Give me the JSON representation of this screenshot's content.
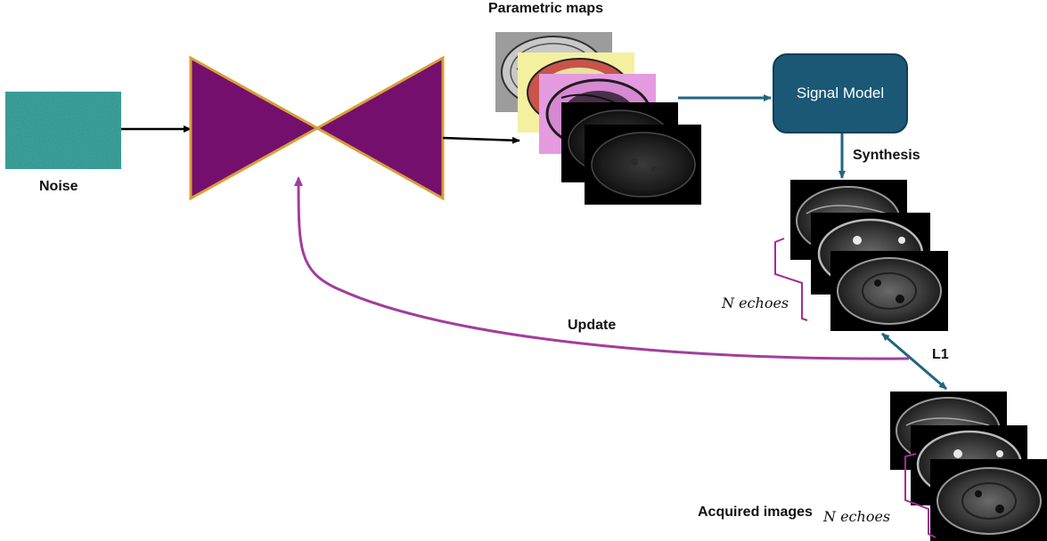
{
  "labels": {
    "noise": "Noise",
    "parametric_maps": "Parametric maps",
    "signal_model": "Signal Model",
    "synthesis": "Synthesis",
    "update": "Update",
    "l1": "L1",
    "echoes_synth": "N echoes",
    "acquired_images": "Acquired images",
    "echoes_acquired": "N echoes"
  },
  "colors": {
    "noise_fill": "#2a8f88",
    "network_fill": "#740f6e",
    "network_edge": "#d8a037",
    "signal_model_fill": "#1a5876",
    "blue_arrow": "#1f6682",
    "black_arrow": "#000000",
    "purple_arrow": "#a33d9c",
    "brace": "#a12d96"
  }
}
